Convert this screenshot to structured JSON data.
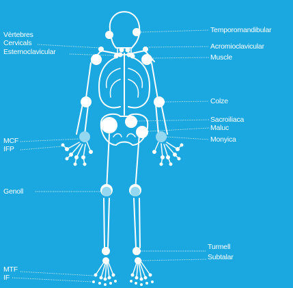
{
  "colors": {
    "background": "#1ba7df",
    "skeleton": "#ffffff",
    "joint": "#ffffff",
    "joint_light": "#93d7f1"
  },
  "labels": {
    "vertebres": "Vèrtebres",
    "cervicals": "Cervicals",
    "esternoclavicular": "Esternoclavicular",
    "temporomandibular": "Temporomandibular",
    "acromioclavicular": "Acromioclavicular",
    "muscle": "Muscle",
    "colze": "Colze",
    "sacroiliaca": "Sacroiliaca",
    "maluc": "Maluc",
    "monyica": "Monyica",
    "mcf": "MCF",
    "ifp": "IFP",
    "genoll": "Genoll",
    "turmell": "Turmell",
    "subtalar": "Subtalar",
    "mtf": "MTF",
    "if": "IF"
  }
}
